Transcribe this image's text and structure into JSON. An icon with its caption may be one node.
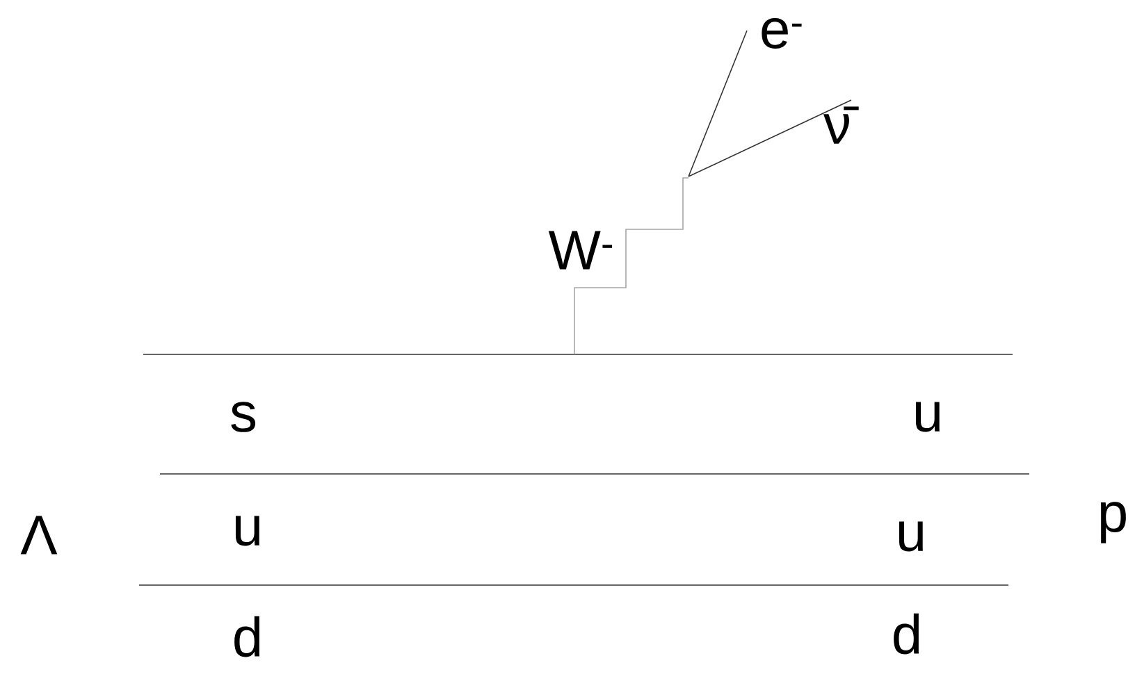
{
  "diagram": {
    "labels": [
      "e$^{-}$",
      "ν̄",
      "W$^{-}$",
      "s",
      "u",
      "Λ",
      "u",
      "u",
      "p",
      "d",
      "d"
    ]
  }
}
